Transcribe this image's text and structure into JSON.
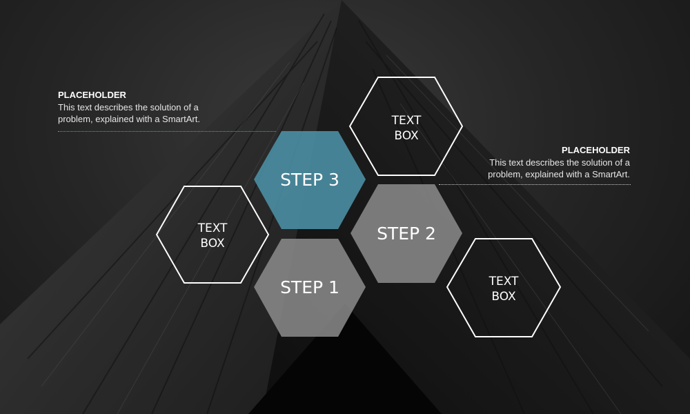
{
  "callouts": {
    "left": {
      "title": "PLACEHOLDER",
      "body_line1": "This text describes the solution of a",
      "body_line2": "problem, explained with a SmartArt."
    },
    "right": {
      "title": "PLACEHOLDER",
      "body_line1": "This text describes the solution of a",
      "body_line2": "problem, explained with a SmartArt."
    }
  },
  "steps": {
    "step1": "STEP 1",
    "step2": "STEP 2",
    "step3": "STEP 3"
  },
  "text_boxes": {
    "box_left": {
      "line1": "TEXT",
      "line2": "BOX"
    },
    "box_top": {
      "line1": "TEXT",
      "line2": "BOX"
    },
    "box_right": {
      "line1": "TEXT",
      "line2": "BOX"
    }
  },
  "colors": {
    "step3_fill": "#4b8ea3",
    "step_fill": "#8c8c8c",
    "outline": "#ffffff",
    "accent_line": "#4fa7c2"
  }
}
